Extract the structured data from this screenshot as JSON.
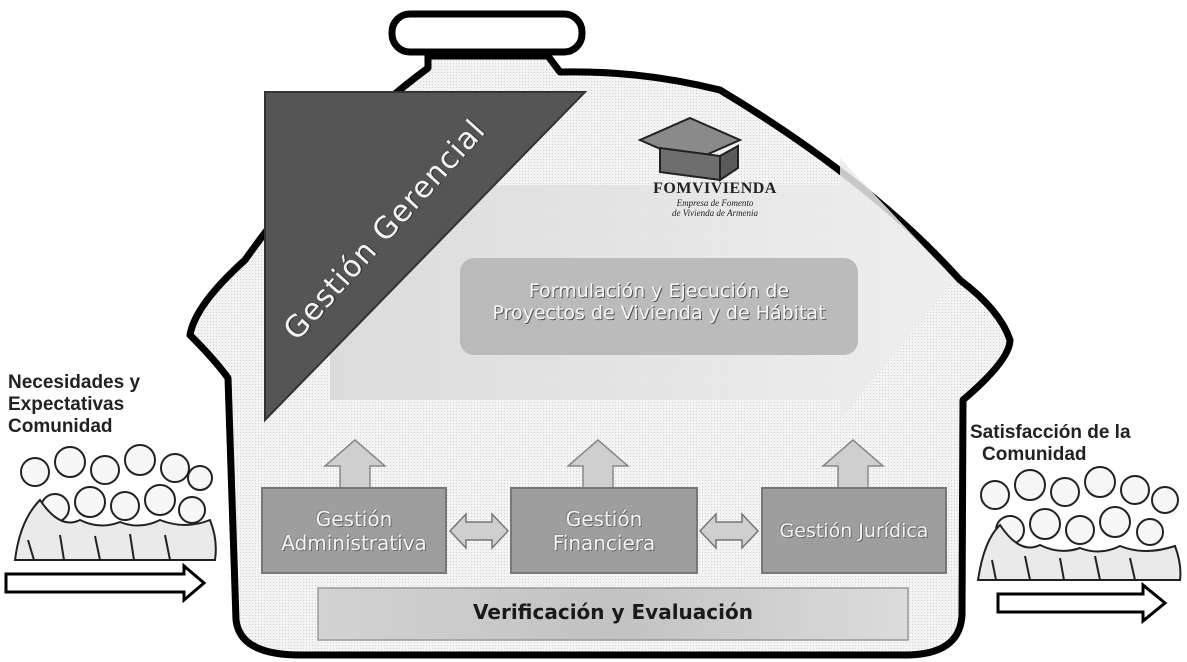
{
  "left": {
    "line1": "Necesidades y",
    "line2": "Expectativas",
    "line3": "Comunidad"
  },
  "right": {
    "line1": "Satisfacción de la",
    "line2": "Comunidad"
  },
  "banner": "Gestión Gerencial",
  "logo": {
    "name": "FOMVIVIENDA",
    "subtitle1": "Empresa de Fomento",
    "subtitle2": "de Vivienda de Armenia"
  },
  "top_process": {
    "line1": "Formulación y Ejecución de",
    "line2": "Proyectos de Vivienda y de Hábitat"
  },
  "boxes": {
    "admin": {
      "line1": "Gestión",
      "line2": "Administrativa"
    },
    "financiera": {
      "line1": "Gestión",
      "line2": "Financiera"
    },
    "juridica": "Gestión Jurídica"
  },
  "bottom_bar": "Verificación y Evaluación",
  "colors": {
    "outline": "#000000",
    "banner": "#555555",
    "boxes": "#9e9e9e",
    "bar": "#c9c9c9",
    "arrow_fill": "#e6e6e6"
  }
}
